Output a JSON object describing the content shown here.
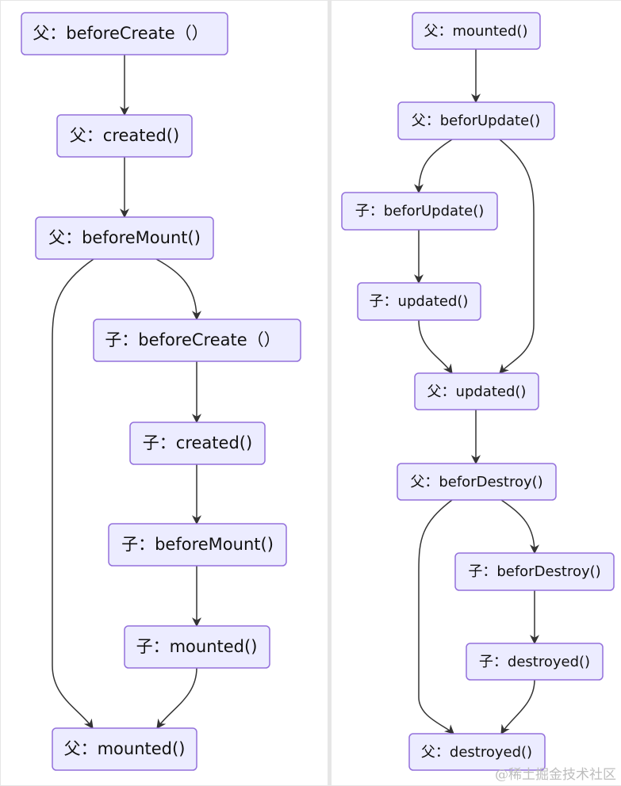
{
  "left": {
    "nodes": [
      "父：beforeCreate（）",
      "父：created()",
      "父：beforeMount()",
      "子：beforeCreate（）",
      "子：created()",
      "子：beforeMount()",
      "子：mounted()",
      "父：mounted()"
    ]
  },
  "right": {
    "nodes": [
      "父：mounted()",
      "父：beforUpdate()",
      "子：beforUpdate()",
      "子：updated()",
      "父：updated()",
      "父：beforDestroy()",
      "子：beforDestroy()",
      "子：destroyed()",
      "父：destroyed()"
    ]
  },
  "colors": {
    "node_fill": "#ECECFF",
    "node_stroke": "#9370DB",
    "edge": "#333333"
  },
  "watermark": "@稀土掘金技术社区"
}
